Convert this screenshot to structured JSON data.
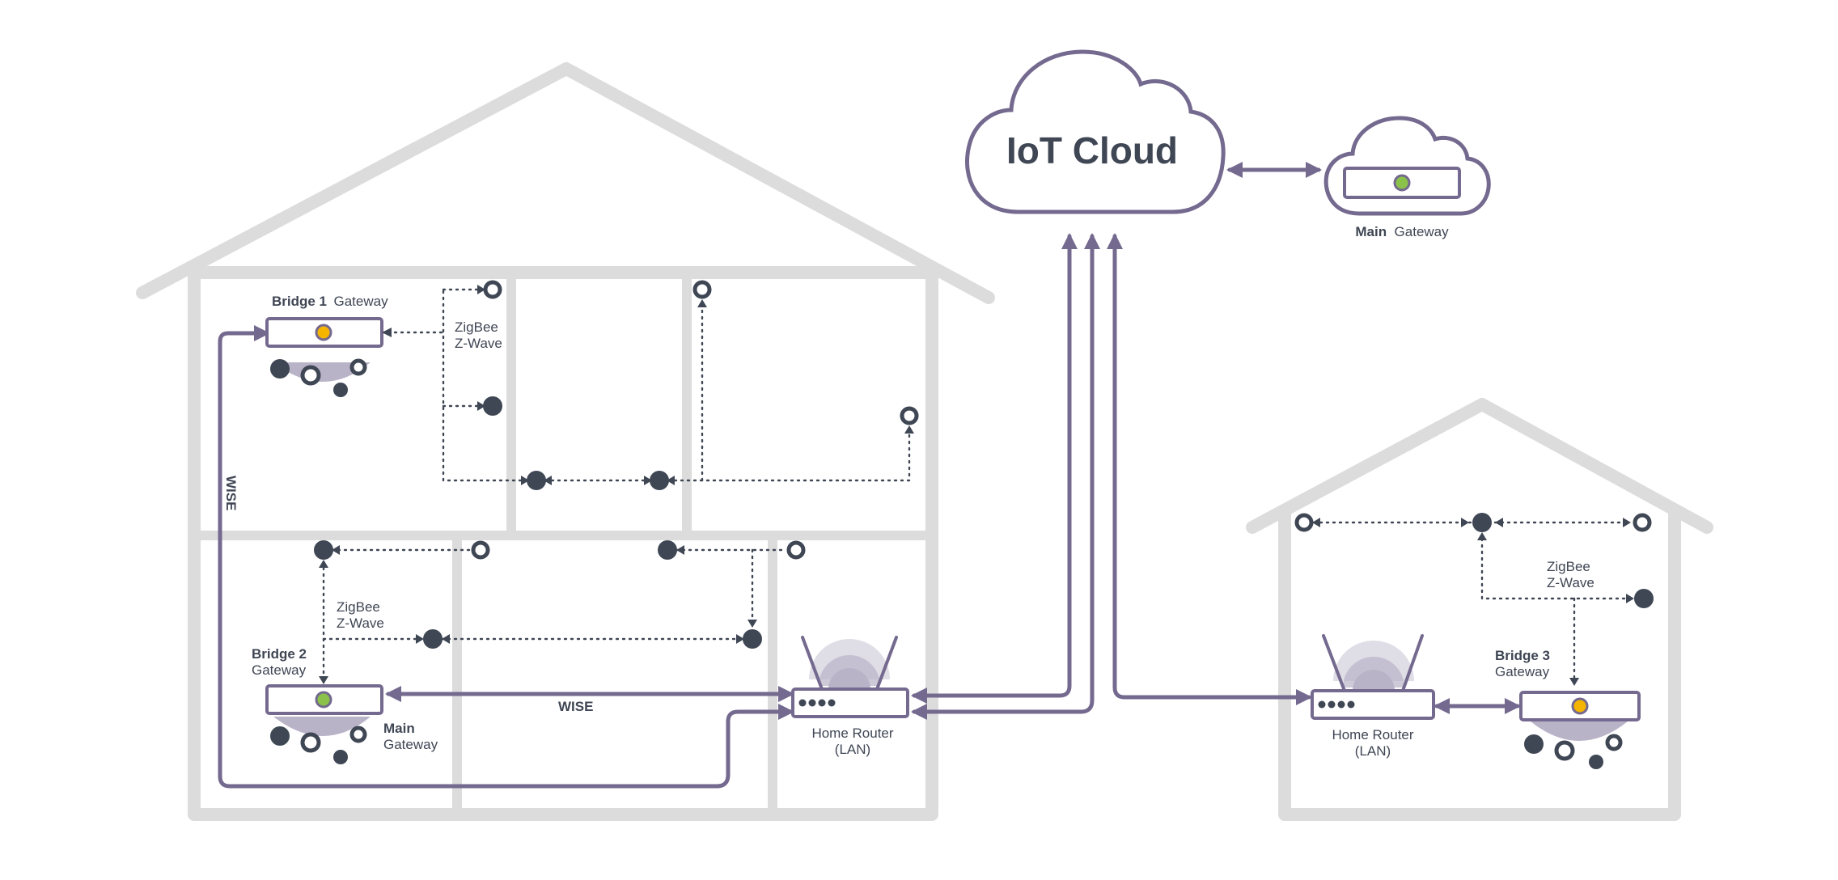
{
  "labels": {
    "cloud_title": "IoT Cloud",
    "main_gateway_cloud_bold": "Main",
    "main_gateway_cloud_rest": "Gateway",
    "bridge1_bold": "Bridge 1",
    "bridge1_rest": "Gateway",
    "bridge2_line1": "Bridge 2",
    "bridge2_line2": "Gateway",
    "bridge3_line1": "Bridge 3",
    "bridge3_line2": "Gateway",
    "main_gateway_house_line1": "Main",
    "main_gateway_house_line2": "Gateway",
    "zigbee": "ZigBee",
    "zwave": "Z-Wave",
    "wise": "WISE",
    "home_router_line1": "Home Router",
    "home_router_line2": "(LAN)"
  },
  "colors": {
    "house_outline": "#dcdcdc",
    "wire": "#74698e",
    "device": "#3f4654",
    "led_green": "#8bc34a",
    "led_yellow": "#f5b400",
    "signal_fan": "#b9b3c8"
  }
}
